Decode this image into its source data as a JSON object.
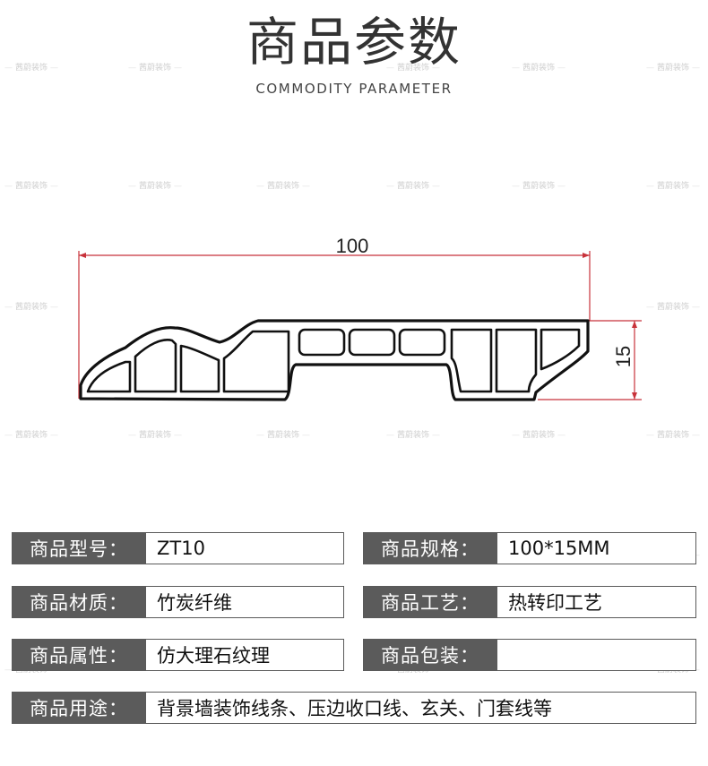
{
  "header": {
    "title": "商品参数",
    "subtitle": "COMMODITY PARAMETER"
  },
  "watermark": "茜蔚装饰",
  "drawing": {
    "width_label": "100",
    "height_label": "15"
  },
  "params": {
    "model": {
      "label": "商品型号：",
      "value": "ZT10"
    },
    "spec": {
      "label": "商品规格：",
      "value": "100*15MM"
    },
    "material": {
      "label": "商品材质：",
      "value": "竹炭纤维"
    },
    "craft": {
      "label": "商品工艺：",
      "value": "热转印工艺"
    },
    "attribute": {
      "label": "商品属性：",
      "value": "仿大理石纹理"
    },
    "package": {
      "label": "商品包装：",
      "value": ""
    },
    "usage": {
      "label": "商品用途：",
      "value": "背景墙装饰线条、压边收口线、玄关、门套线等"
    }
  },
  "colors": {
    "label_bg": "#5b5b5b",
    "dimension_line": "#c8323a",
    "profile_outline": "#111111"
  }
}
